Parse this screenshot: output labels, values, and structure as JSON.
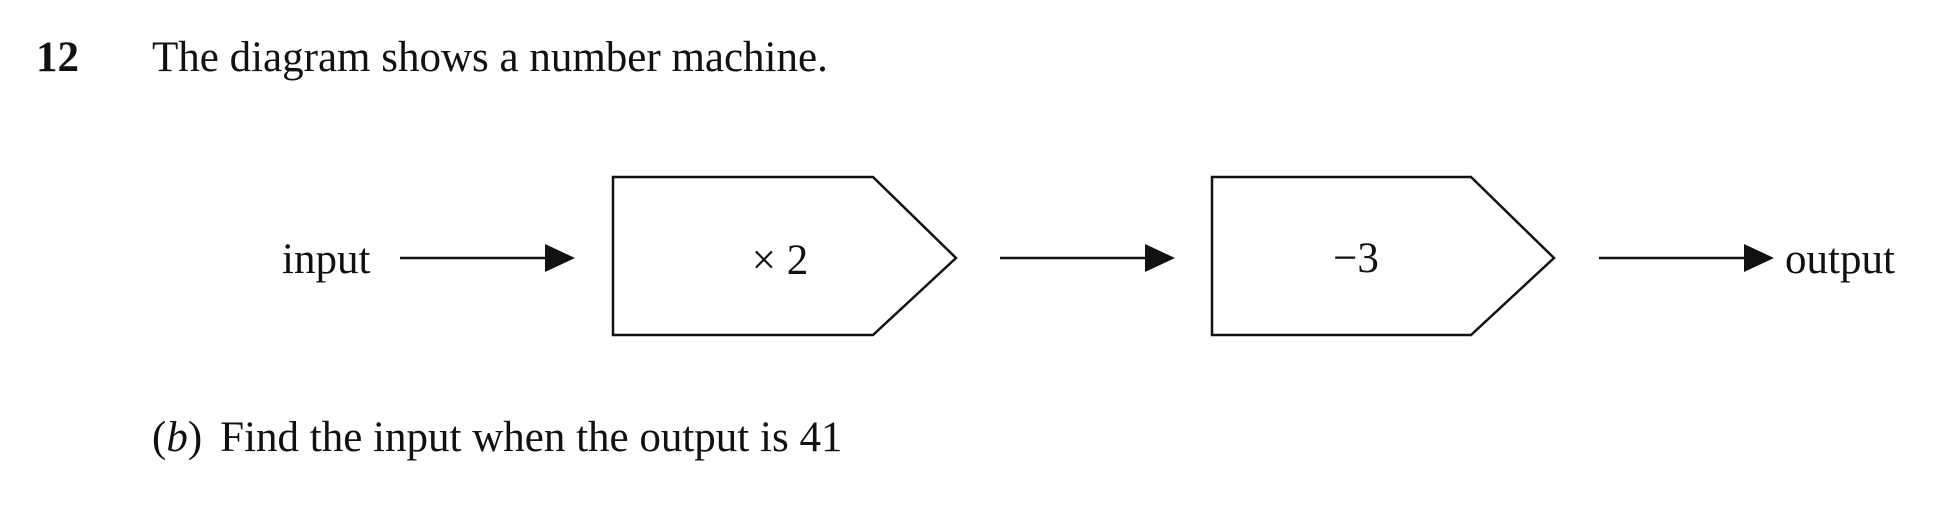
{
  "question": {
    "number": "12",
    "stem": "The diagram shows a number machine."
  },
  "machine": {
    "input_label": "input",
    "output_label": "output",
    "operations": [
      "× 2",
      "−3"
    ]
  },
  "part_b": {
    "label_open": "(",
    "label_letter": "b",
    "label_close": ")",
    "prompt": "Find the input when the output is 41"
  },
  "colors": {
    "ink": "#111111",
    "background": "#ffffff"
  }
}
